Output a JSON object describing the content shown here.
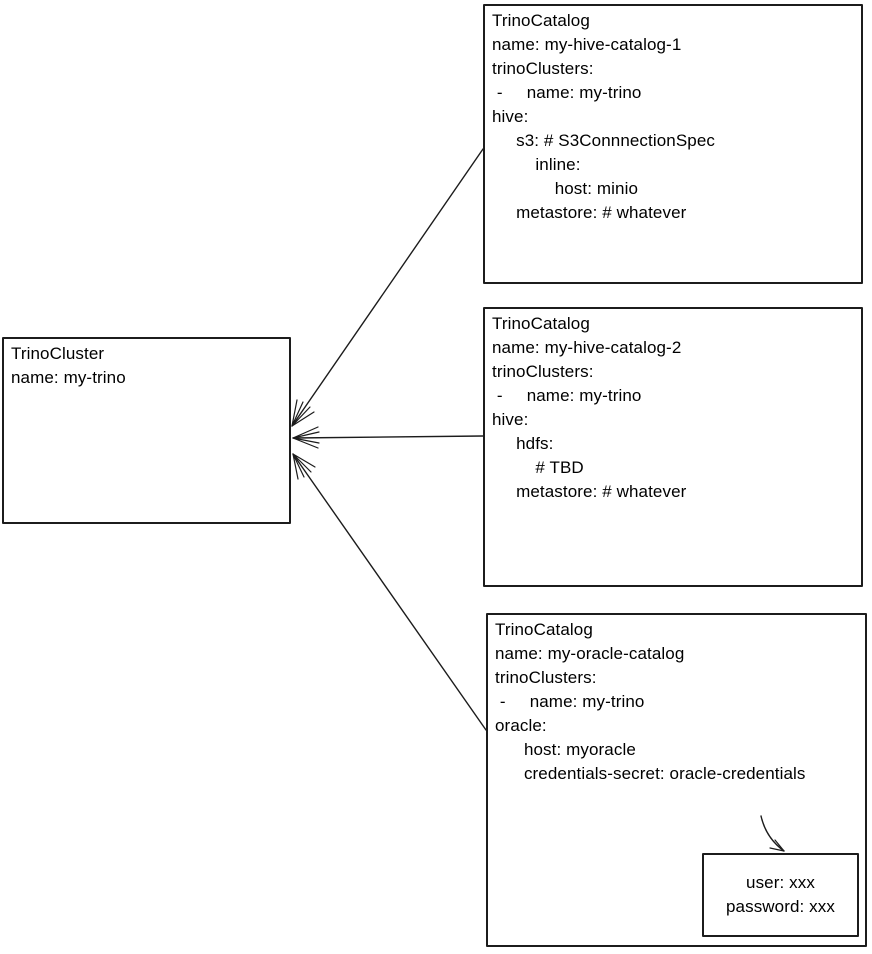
{
  "colors": {
    "stroke": "#1c1c1c",
    "canvas": "#ffffff",
    "text": "#000000"
  },
  "nodes": {
    "cluster": {
      "text": "TrinoCluster\nname: my-trino"
    },
    "catalog_hive_1": {
      "text": "TrinoCatalog\nname: my-hive-catalog-1\ntrinoClusters:\n -     name: my-trino\nhive:\n     s3: # S3ConnnectionSpec\n         inline:\n             host: minio\n     metastore: # whatever"
    },
    "catalog_hive_2": {
      "text": "TrinoCatalog\nname: my-hive-catalog-2\ntrinoClusters:\n -     name: my-trino\nhive:\n     hdfs:\n         # TBD\n     metastore: # whatever"
    },
    "catalog_oracle": {
      "text": "TrinoCatalog\nname: my-oracle-catalog\ntrinoClusters:\n -     name: my-trino\noracle:\n      host: myoracle\n      credentials-secret: oracle-credentials"
    },
    "secret": {
      "text": "user: xxx\npassword: xxx"
    }
  }
}
